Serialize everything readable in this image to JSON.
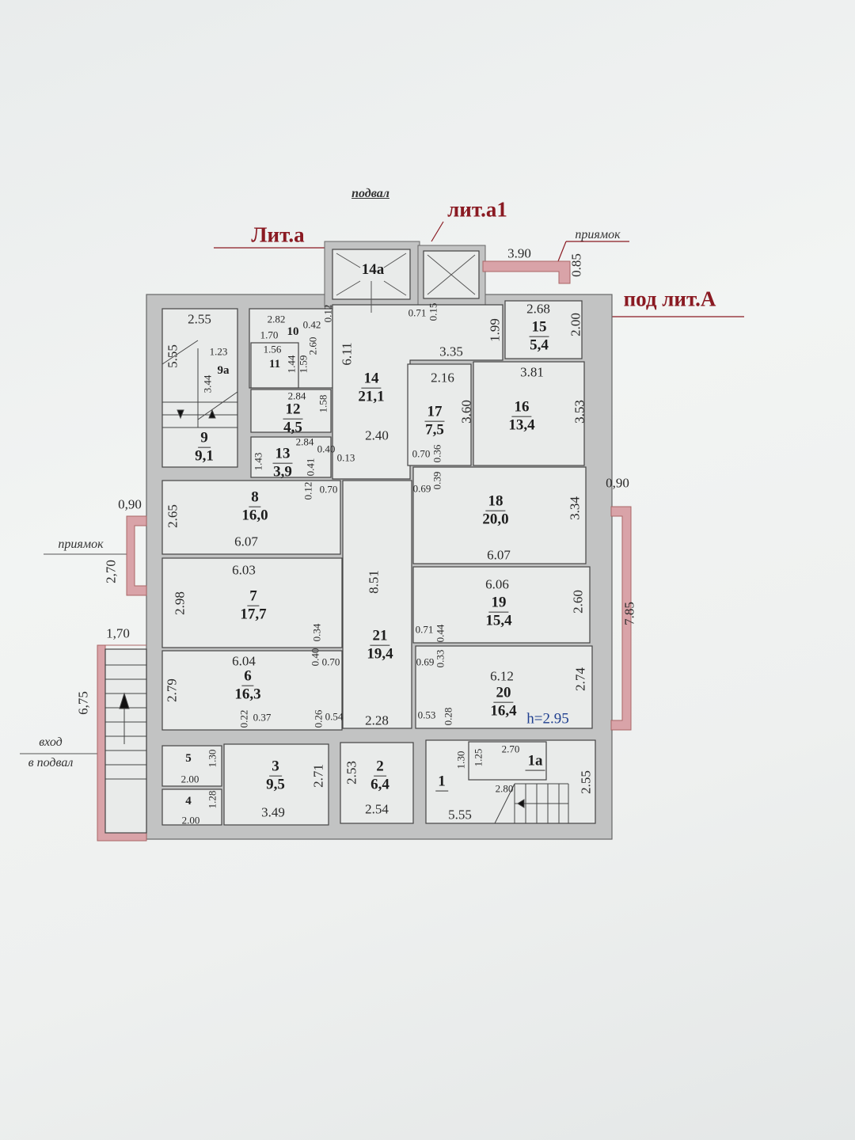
{
  "labels": {
    "basement": "подвал",
    "lit_a": "Лит.а",
    "lit_a1": "лит.а1",
    "pit_top": "приямок",
    "under_lit_A": "под лит.А",
    "pit_left": "приямок",
    "entrance_1": "вход",
    "entrance_2": "в подвал"
  },
  "rooms": [
    {
      "number": "9a",
      "area": null
    },
    {
      "number": "9",
      "area": "9,1"
    },
    {
      "number": "10",
      "area": null
    },
    {
      "number": "11",
      "area": null
    },
    {
      "number": "12",
      "area": "4,5"
    },
    {
      "number": "13",
      "area": "3,9"
    },
    {
      "number": "14",
      "area": "21,1"
    },
    {
      "number": "14a",
      "area": null
    },
    {
      "number": "15",
      "area": "5,4"
    },
    {
      "number": "17",
      "area": "7,5"
    },
    {
      "number": "16",
      "area": "13,4"
    },
    {
      "number": "8",
      "area": "16,0"
    },
    {
      "number": "7",
      "area": "17,7"
    },
    {
      "number": "6",
      "area": "16,3"
    },
    {
      "number": "21",
      "area": "19,4"
    },
    {
      "number": "18",
      "area": "20,0"
    },
    {
      "number": "19",
      "area": "15,4"
    },
    {
      "number": "20",
      "area": "16,4"
    },
    {
      "number": "5",
      "area": null
    },
    {
      "number": "4",
      "area": null
    },
    {
      "number": "3",
      "area": "9,5"
    },
    {
      "number": "2",
      "area": "6,4"
    },
    {
      "number": "1",
      "area": null
    },
    {
      "number": "1a",
      "area": null
    }
  ],
  "dimensions": [
    "2.55",
    "5.55",
    "1.23",
    "3.44",
    "2.82",
    "0.12",
    "0.42",
    "1.70",
    "2.60",
    "1.56",
    "1.44",
    "1.59",
    "6.11",
    "0.71",
    "0.15",
    "1.99",
    "3.35",
    "2.68",
    "2.00",
    "2.16",
    "3.81",
    "3.60",
    "3.53",
    "2.84",
    "1.58",
    "2.40",
    "2.84",
    "1.43",
    "0.40",
    "0.41",
    "0.13",
    "0.70",
    "0.36",
    "0.39",
    "0.69",
    "0.12",
    "0.70",
    "0,90",
    "0,90",
    "2.65",
    "6.07",
    "2,70",
    "6.03",
    "2.98",
    "8.51",
    "3.34",
    "6.07",
    "6.06",
    "2.60",
    "7.85",
    "1,70",
    "0.34",
    "0.71",
    "0.44",
    "6,75",
    "0.40",
    "0.70",
    "0.69",
    "0.33",
    "6.04",
    "6.12",
    "2.79",
    "2.74",
    "0.22",
    "0.37",
    "0.26",
    "0.54",
    "2.28",
    "0.53",
    "0.28",
    "h=2.95",
    "1.30",
    "2.00",
    "1.28",
    "2.00",
    "2.71",
    "3.49",
    "2.53",
    "2.54",
    "1.30",
    "1.25",
    "2.70",
    "2.80",
    "5.55",
    "2.55",
    "3.90",
    "0.85"
  ],
  "colors": {
    "wall": "#c2c3c3",
    "pit": "#d9a3a8",
    "lit": "#8a1a22",
    "height": "#1f3f8f"
  }
}
